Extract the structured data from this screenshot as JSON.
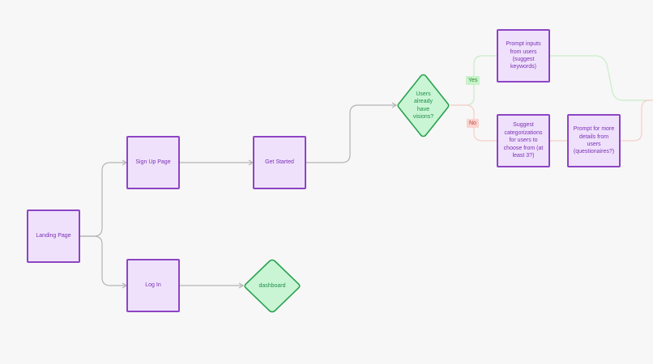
{
  "colors": {
    "background": "#f7f7f7",
    "node_fill": "#efe1fb",
    "node_border": "#8e44c4",
    "node_text": "#7b2fb5",
    "decision_fill": "#c9f5d5",
    "decision_border": "#2aa24f",
    "decision_text": "#1f8f45",
    "edge": "#b4b4b4",
    "yes_edge": "#c9ecc9",
    "yes_label_bg": "#c8f2c8",
    "yes_label_text": "#2f8f3a",
    "no_edge": "#f5cfc9",
    "no_label_bg": "#fbd3cf",
    "no_label_text": "#c0453a"
  },
  "nodes": {
    "landing": "Landing Page",
    "signup": "Sign Up Page",
    "login": "Log In",
    "get_started": "Get Started",
    "prompt_inputs": "Prompt inputs from users (suggest keywords)",
    "suggest_categories": "Suggest categorizations for users to choose from (at least 3?)",
    "prompt_details": "Prompt for more details from users (questionaires?)"
  },
  "decisions": {
    "visions": "Users already have visions?",
    "dashboard": "dashboard"
  },
  "labels": {
    "yes": "Yes",
    "no": "No"
  }
}
